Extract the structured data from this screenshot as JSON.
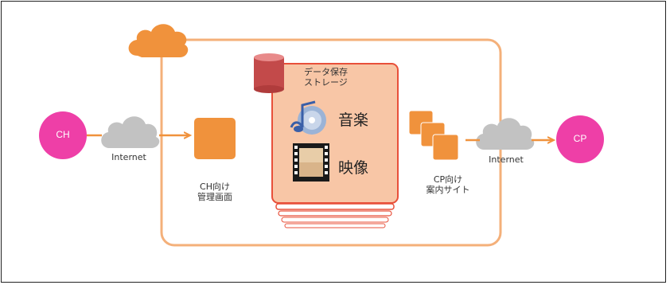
{
  "nodes": {
    "ch": "CH",
    "cp": "CP"
  },
  "labels": {
    "internet_left": "Internet",
    "internet_right": "Internet",
    "ch_admin_line1": "CH向け",
    "ch_admin_line2": "管理画面",
    "cp_site_line1": "CP向け",
    "cp_site_line2": "案内サイト",
    "storage_line1": "データ保存",
    "storage_line2": "ストレージ",
    "music": "音楽",
    "video": "映像"
  },
  "colors": {
    "accent": "#F0923C",
    "node_pink": "#EE3FA7",
    "cloud_gray": "#C0C0C0",
    "storage_fill": "#F8C6A6",
    "storage_border": "#E8503A",
    "db_red": "#C34A4A"
  }
}
